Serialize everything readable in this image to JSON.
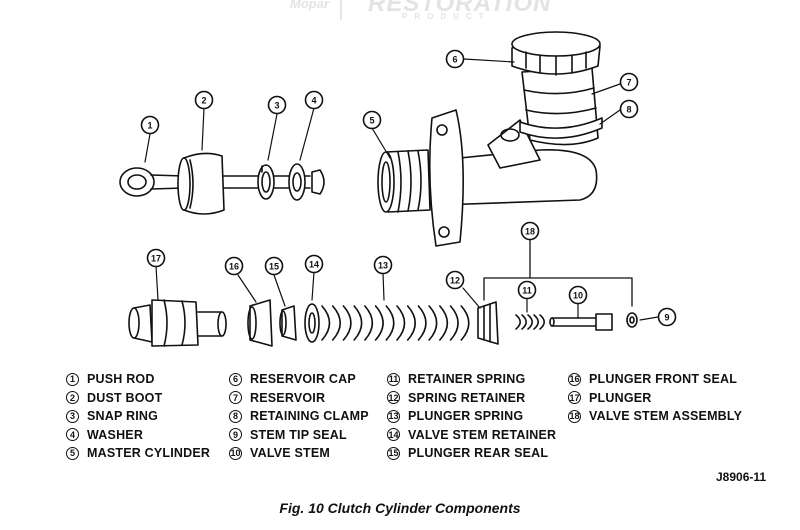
{
  "watermark": {
    "brand": "Mopar",
    "title": "RESTORATION",
    "subtitle": "PRODUCT"
  },
  "callouts": [
    "1",
    "2",
    "3",
    "4",
    "5",
    "6",
    "7",
    "8",
    "9",
    "10",
    "11",
    "12",
    "13",
    "14",
    "15",
    "16",
    "17",
    "18"
  ],
  "legend": {
    "col1": [
      {
        "num": "1",
        "label": "PUSH ROD"
      },
      {
        "num": "2",
        "label": "DUST BOOT"
      },
      {
        "num": "3",
        "label": "SNAP RING"
      },
      {
        "num": "4",
        "label": "WASHER"
      },
      {
        "num": "5",
        "label": "MASTER CYLINDER"
      }
    ],
    "col2": [
      {
        "num": "6",
        "label": "RESERVOIR CAP"
      },
      {
        "num": "7",
        "label": "RESERVOIR"
      },
      {
        "num": "8",
        "label": "RETAINING CLAMP"
      },
      {
        "num": "9",
        "label": "STEM TIP SEAL"
      },
      {
        "num": "10",
        "label": "VALVE STEM"
      }
    ],
    "col3": [
      {
        "num": "11",
        "label": "RETAINER SPRING"
      },
      {
        "num": "12",
        "label": "SPRING RETAINER"
      },
      {
        "num": "13",
        "label": "PLUNGER SPRING"
      },
      {
        "num": "14",
        "label": "VALVE STEM RETAINER"
      },
      {
        "num": "15",
        "label": "PLUNGER REAR SEAL"
      }
    ],
    "col4": [
      {
        "num": "16",
        "label": "PLUNGER FRONT SEAL"
      },
      {
        "num": "17",
        "label": "PLUNGER"
      },
      {
        "num": "18",
        "label": "VALVE STEM ASSEMBLY"
      }
    ]
  },
  "figure_code": "J8906-11",
  "caption": "Fig. 10 Clutch Cylinder Components"
}
